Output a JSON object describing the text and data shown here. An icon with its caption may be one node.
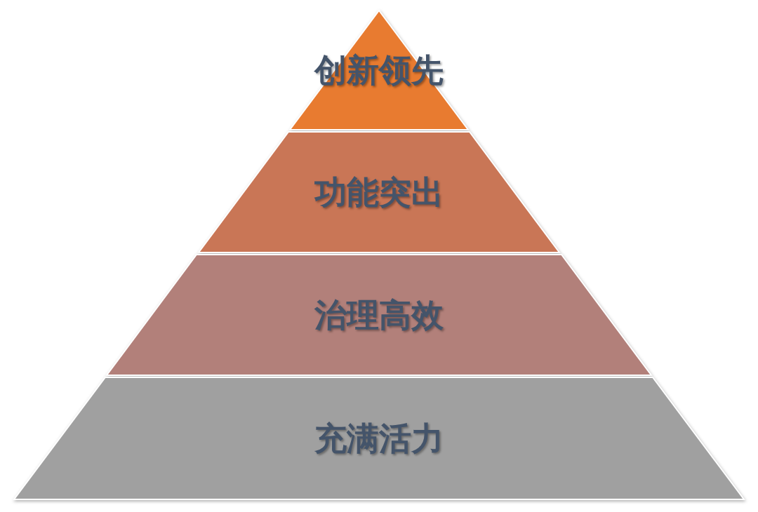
{
  "diagram": {
    "nodes": [
      {
        "text": [
          "创新领先"
        ]
      },
      {
        "text": [
          "功能突出"
        ]
      },
      {
        "text": [
          "治理高效"
        ]
      },
      {
        "text": [
          "充满活力"
        ]
      }
    ]
  }
}
